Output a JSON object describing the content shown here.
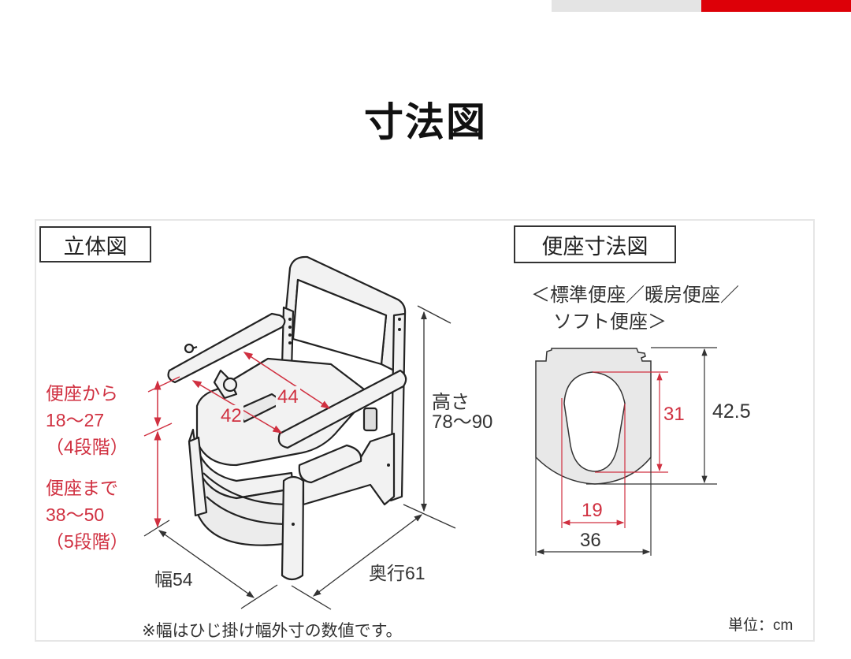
{
  "header": {
    "page_title": "寸法図",
    "accent_colors": {
      "bar_gray": "#e4e4e4",
      "bar_red": "#dd0008"
    }
  },
  "left_panel": {
    "section_label": "立体図",
    "armrest_height": {
      "line1": "便座から",
      "line2": "18〜27",
      "line3": "（4段階）"
    },
    "seat_height": {
      "line1": "便座まで",
      "line2": "38〜50",
      "line3": "（5段階）"
    },
    "seat_depth_inner": "42",
    "seat_width_inner": "44",
    "overall_height": {
      "line1": "高さ",
      "line2": "78〜90"
    },
    "overall_width": "幅54",
    "overall_depth": "奥行61",
    "footnote": "※幅はひじ掛け幅外寸の数値です。"
  },
  "right_panel": {
    "section_label": "便座寸法図",
    "seat_types": {
      "line1": "＜標準便座／暖房便座／",
      "line2": "ソフト便座＞"
    },
    "opening_length": "31",
    "seat_length": "42.5",
    "opening_width": "19",
    "seat_width": "36",
    "unit_label": "単位：cm"
  },
  "colors": {
    "dimension_red": "#d03040",
    "line_dark": "#333333",
    "seat_fill": "#e8e8e8"
  }
}
